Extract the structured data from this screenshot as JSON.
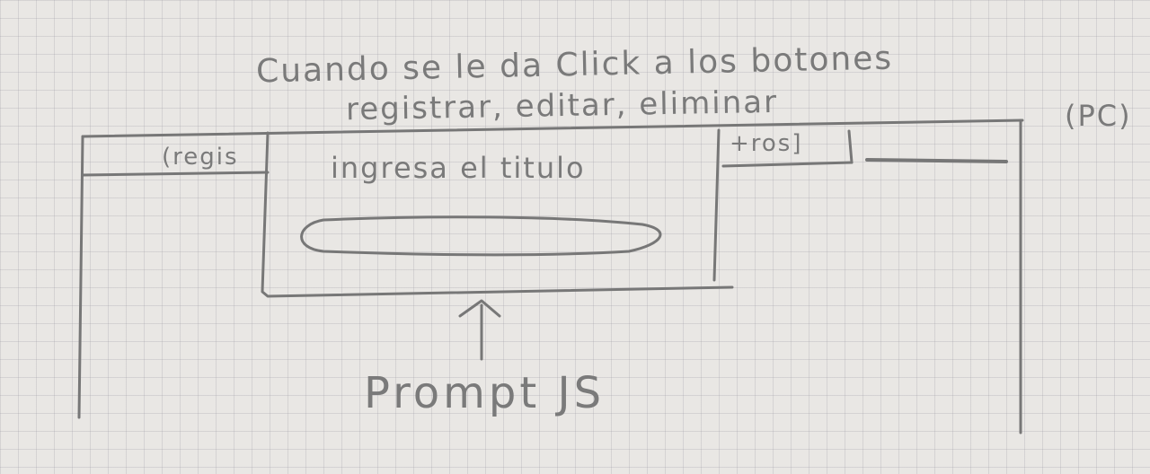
{
  "note": {
    "line1": "Cuando se le da Click a los botones",
    "line2": "registrar, editar, eliminar",
    "device": "(PC)"
  },
  "sketch": {
    "tab_left": "(regis",
    "tab_right": "+ros]",
    "dialog_title": "ingresa el titulo",
    "caption": "Prompt JS"
  }
}
